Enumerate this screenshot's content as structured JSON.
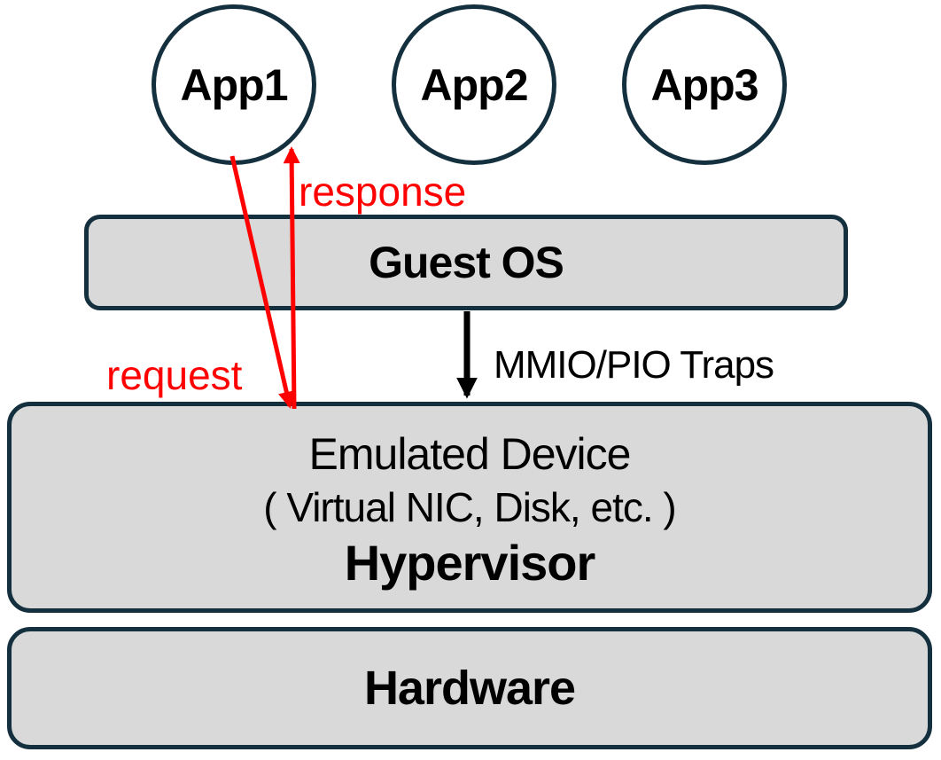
{
  "apps": [
    {
      "label": "App1"
    },
    {
      "label": "App2"
    },
    {
      "label": "App3"
    }
  ],
  "guest_os": {
    "label": "Guest OS"
  },
  "flow": {
    "request_label": "request",
    "response_label": "response",
    "trap_label": "MMIO/PIO Traps"
  },
  "hypervisor": {
    "device_title": "Emulated Device",
    "device_subtitle": "( Virtual NIC, Disk, etc. )",
    "label": "Hypervisor"
  },
  "hardware": {
    "label": "Hardware"
  },
  "colors": {
    "box_fill": "#d9d9d9",
    "box_border": "#14303e",
    "arrow_red": "#ff0000",
    "arrow_black": "#000000",
    "text": "#000000"
  }
}
